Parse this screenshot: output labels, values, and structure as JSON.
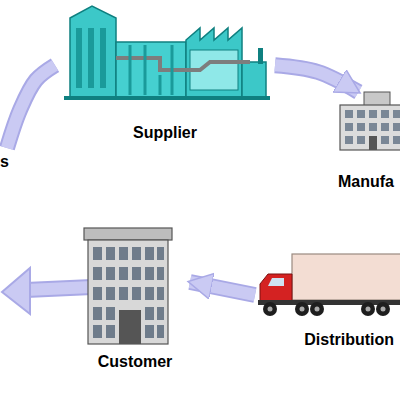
{
  "diagram": {
    "nodes": [
      {
        "text": [
          "s"
        ]
      },
      {
        "text": [
          "Supplier"
        ]
      },
      {
        "text": [
          "Manufa"
        ]
      },
      {
        "text": [
          "Customer"
        ]
      },
      {
        "text": [
          "Distribution"
        ]
      }
    ],
    "edges": [
      {
        "from": 0,
        "to": 1,
        "arrow": "none"
      },
      {
        "from": 1,
        "to": 2,
        "arrow": "to"
      },
      {
        "from": 4,
        "to": 3,
        "arrow": "to"
      }
    ]
  }
}
